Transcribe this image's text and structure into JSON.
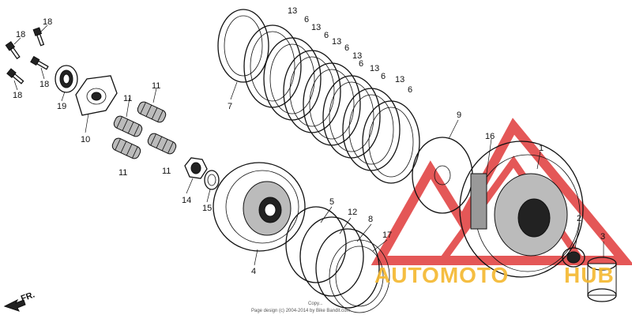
{
  "diagram": {
    "direction_label": "FR.",
    "copyright_line1": "Copy...",
    "copyright_line2": "Page design (c) 2004-2014 by Bike Bandit.com",
    "watermark": {
      "brand_left": "AUTOMOTO",
      "brand_right": "HUB",
      "color_orange": "#f5b82e",
      "color_red": "#e03a3a"
    },
    "callouts": [
      {
        "id": "c1",
        "text": "1"
      },
      {
        "id": "c2",
        "text": "2"
      },
      {
        "id": "c3",
        "text": "3"
      },
      {
        "id": "c4",
        "text": "4"
      },
      {
        "id": "c5",
        "text": "5"
      },
      {
        "id": "c6a",
        "text": "6"
      },
      {
        "id": "c6b",
        "text": "6"
      },
      {
        "id": "c6c",
        "text": "6"
      },
      {
        "id": "c6d",
        "text": "6"
      },
      {
        "id": "c6e",
        "text": "6"
      },
      {
        "id": "c6f",
        "text": "6"
      },
      {
        "id": "c7",
        "text": "7"
      },
      {
        "id": "c8",
        "text": "8"
      },
      {
        "id": "c9",
        "text": "9"
      },
      {
        "id": "c10",
        "text": "10"
      },
      {
        "id": "c11a",
        "text": "11"
      },
      {
        "id": "c11b",
        "text": "11"
      },
      {
        "id": "c11c",
        "text": "11"
      },
      {
        "id": "c11d",
        "text": "11"
      },
      {
        "id": "c12",
        "text": "12"
      },
      {
        "id": "c13a",
        "text": "13"
      },
      {
        "id": "c13b",
        "text": "13"
      },
      {
        "id": "c13c",
        "text": "13"
      },
      {
        "id": "c13d",
        "text": "13"
      },
      {
        "id": "c13e",
        "text": "13"
      },
      {
        "id": "c13f",
        "text": "13"
      },
      {
        "id": "c14",
        "text": "14"
      },
      {
        "id": "c15",
        "text": "15"
      },
      {
        "id": "c16",
        "text": "16"
      },
      {
        "id": "c17",
        "text": "17"
      },
      {
        "id": "c18a",
        "text": "18"
      },
      {
        "id": "c18b",
        "text": "18"
      },
      {
        "id": "c18c",
        "text": "18"
      },
      {
        "id": "c18d",
        "text": "18"
      },
      {
        "id": "c19",
        "text": "19"
      }
    ]
  }
}
